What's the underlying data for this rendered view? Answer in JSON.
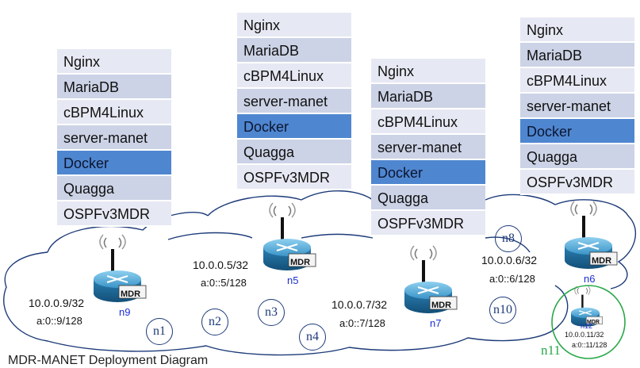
{
  "stack_layers": [
    "Nginx",
    "MariaDB",
    "cBPM4Linux",
    "server-manet",
    "Docker",
    "Quagga",
    "OSPFv3MDR"
  ],
  "colors": {
    "layer_light": "#e6e9f3",
    "layer_mid": "#ccd3e6",
    "layer_highlight": "#4f86d0",
    "router_body": "#1f6fa0",
    "cloud_stroke": "#1d3b79",
    "new_node_ring": "#2aa84a"
  },
  "router_badge": "MDR",
  "nodes": [
    {
      "id": "n9",
      "ipv4": "10.0.0.9/32",
      "ipv6": "a:0::9/128"
    },
    {
      "id": "n5",
      "ipv4": "10.0.0.5/32",
      "ipv6": "a:0::5/128"
    },
    {
      "id": "n7",
      "ipv4": "10.0.0.7/32",
      "ipv6": "a:0::7/128"
    },
    {
      "id": "n6",
      "ipv4": "10.0.0.6/32",
      "ipv6": "a:0::6/128"
    },
    {
      "id": "n12",
      "ipv4": "10.0.0.11/32",
      "ipv6": "a:0::11/128"
    }
  ],
  "network_labels": [
    "n1",
    "n2",
    "n3",
    "n4",
    "n8",
    "n10"
  ],
  "new_node_label": "n11",
  "caption": "MDR-MANET Deployment Diagram"
}
